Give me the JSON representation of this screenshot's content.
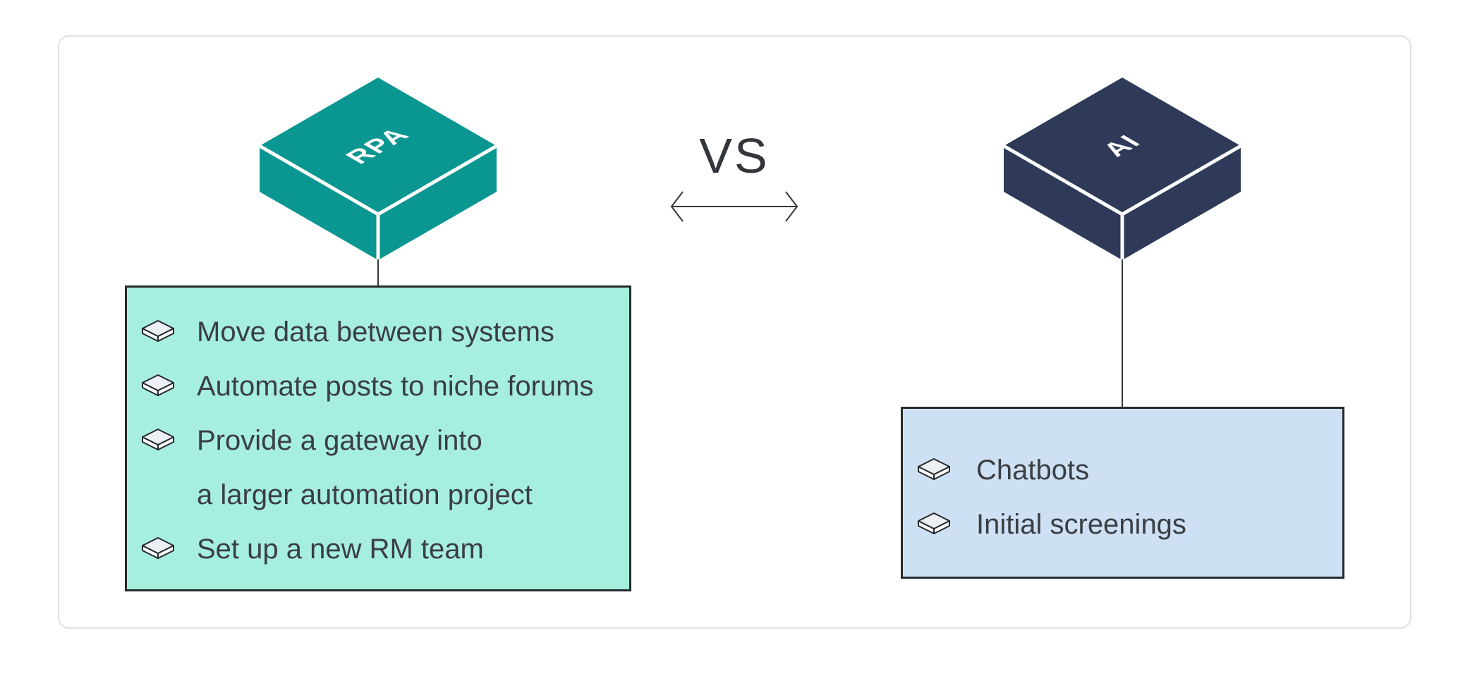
{
  "colors": {
    "teal": "#0A9691",
    "navy": "#2E3A57",
    "mint": "#A6EEDE",
    "light_blue": "#CEE0F3",
    "box_border": "#26292E",
    "text": "#3A3E43",
    "line": "#33363A",
    "card_border": "#DDE2EC",
    "bullet_top": "#ECEFF4",
    "bullet_side": "#FFFFFF",
    "label_text": "#FFFFFF"
  },
  "comparison": {
    "vs_label": "VS",
    "left": {
      "label": "RPA",
      "items": [
        {
          "line1": "Move data between systems"
        },
        {
          "line1": "Automate posts to niche forums"
        },
        {
          "line1": "Provide a gateway into",
          "line2": "a larger automation project"
        },
        {
          "line1": "Set up a new RM team"
        }
      ]
    },
    "right": {
      "label": "AI",
      "items": [
        {
          "line1": "Chatbots"
        },
        {
          "line1": "Initial screenings"
        }
      ]
    }
  }
}
